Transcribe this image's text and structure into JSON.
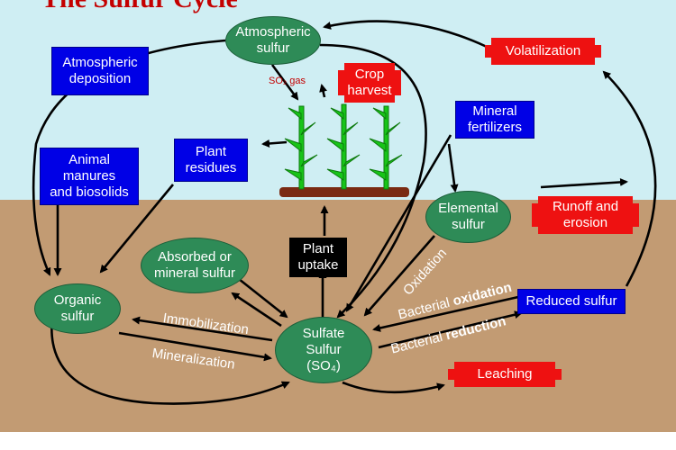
{
  "title": "The Sulfur Cycle",
  "nodes": {
    "atmospheric_sulfur": "Atmospheric\nsulfur",
    "volatilization": "Volatilization",
    "atmospheric_deposition": "Atmospheric\ndeposition",
    "crop_harvest": "Crop\nharvest",
    "so2_gas": "SO₂ gas",
    "mineral_fertilizers": "Mineral\nfertilizers",
    "animal_manures": "Animal\nmanures\nand biosolids",
    "plant_residues": "Plant\nresidues",
    "elemental_sulfur": "Elemental\nsulfur",
    "runoff_erosion": "Runoff and\nerosion",
    "absorbed_mineral": "Absorbed or\nmineral sulfur",
    "plant_uptake": "Plant\nuptake",
    "organic_sulfur": "Organic\nsulfur",
    "reduced_sulfur": "Reduced sulfur",
    "sulfate_sulfur": "Sulfate\nSulfur\n(SO₄)",
    "leaching": "Leaching"
  },
  "labels": {
    "immobilization": "Immobilization",
    "mineralization": "Mineralization",
    "oxidation": "Oxidation",
    "bacterial_oxidation_a": "Bacterial",
    "bacterial_oxidation_b": "oxidation",
    "bacterial_reduction_a": "Bacterial",
    "bacterial_reduction_b": "reduction"
  },
  "colors": {
    "sky": "#cfeef3",
    "soil": "#c29b73",
    "blue_box": "#0000e6",
    "red_box": "#ee1111",
    "oval": "#2e8b57",
    "title": "#c40000"
  }
}
